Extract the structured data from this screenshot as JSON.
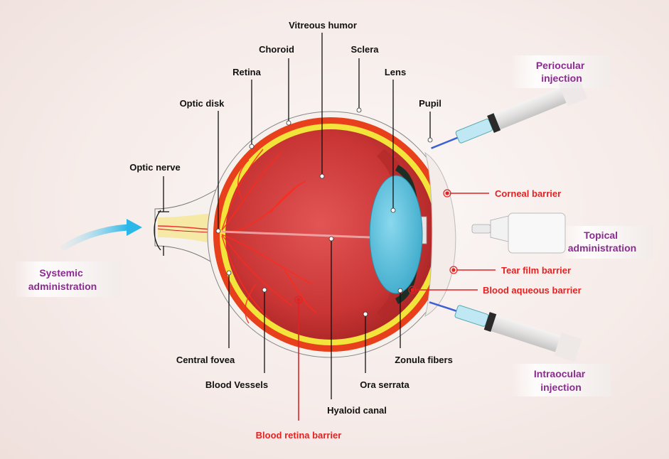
{
  "anatomy_labels": {
    "vitreous_humor": "Vitreous humor",
    "choroid": "Choroid",
    "sclera": "Sclera",
    "retina": "Retina",
    "lens": "Lens",
    "optic_disk": "Optic disk",
    "pupil": "Pupil",
    "optic_nerve": "Optic nerve",
    "central_fovea": "Central fovea",
    "blood_vessels": "Blood Vessels",
    "hyaloid_canal": "Hyaloid canal",
    "ora_serrata": "Ora serrata",
    "zonula_fibers": "Zonula fibers"
  },
  "barriers": {
    "corneal": "Corneal  barrier",
    "tear_film": "Tear film barrier",
    "blood_aqueous": "Blood aqueous barrier",
    "blood_retina": "Blood retina barrier"
  },
  "routes": {
    "periocular": [
      "Periocular",
      "injection"
    ],
    "topical": [
      "Topical",
      "administration"
    ],
    "intraocular": [
      "Intraocular",
      "injection"
    ],
    "systemic": [
      "Systemic",
      "administration"
    ]
  },
  "colors": {
    "sclera": "#f7f1ee",
    "choroid": "#e8401c",
    "retina": "#f2e43a",
    "vitreous": "#d63d3d",
    "lens": "#56c0dc",
    "barrier_text": "#e32222",
    "route_text": "#8a2b8f"
  }
}
